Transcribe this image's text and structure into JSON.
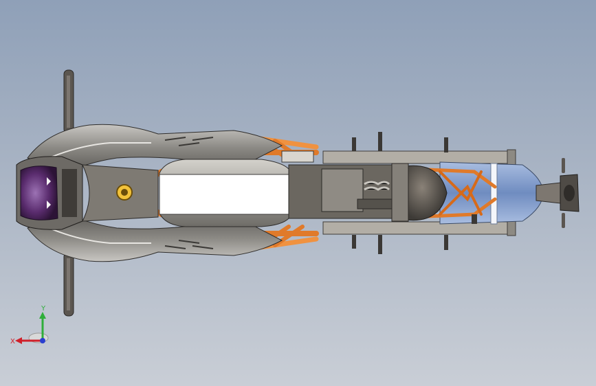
{
  "viewport": {
    "background_top": "#8fa0b8",
    "background_bottom": "#c9ced6"
  },
  "model": {
    "subject": "motorcycle-top-view",
    "colors": {
      "frame_orange": "#e07a2a",
      "body_gray": "#8c8a86",
      "panel_white": "#ffffff",
      "visor_purple": "#5a2c6e",
      "tail_blue": "#7f9bc9",
      "tire_dark": "#3a3a3a"
    }
  },
  "triad": {
    "x_label": "X",
    "y_label": "Y",
    "x_color": "#d0202a",
    "y_color": "#2fae3a",
    "z_color": "#2a3fd0"
  }
}
